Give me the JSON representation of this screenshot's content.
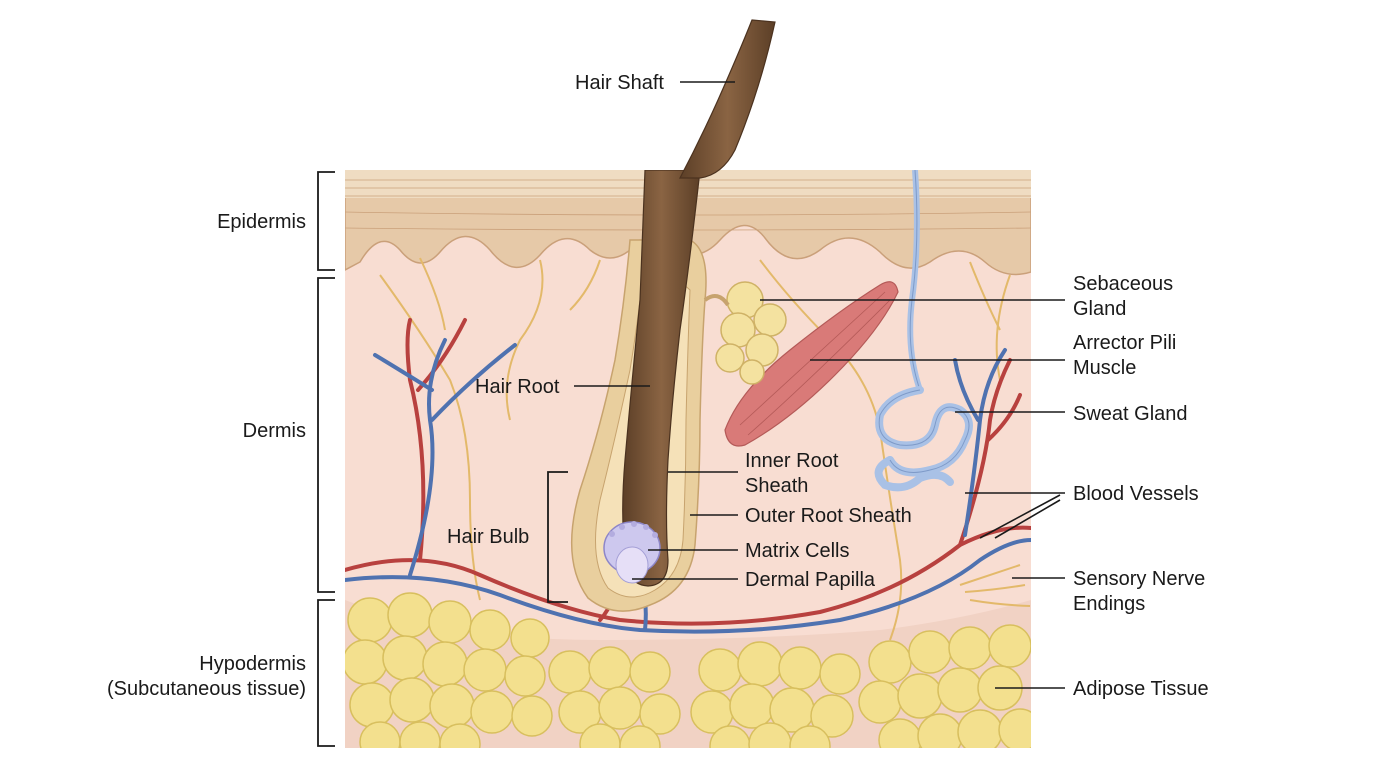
{
  "layers": {
    "epidermis": "Epidermis",
    "dermis": "Dermis",
    "hypodermis_line1": "Hypodermis",
    "hypodermis_line2": "(Subcutaneous tissue)"
  },
  "labels": {
    "hair_shaft": "Hair Shaft",
    "hair_root": "Hair Root",
    "hair_bulb": "Hair Bulb",
    "inner_root_sheath_line1": "Inner Root",
    "inner_root_sheath_line2": "Sheath",
    "outer_root_sheath": "Outer Root Sheath",
    "matrix_cells": "Matrix Cells",
    "dermal_papilla": "Dermal Papilla",
    "sebaceous_gland_line1": "Sebaceous",
    "sebaceous_gland_line2": "Gland",
    "arrector_pili_line1": "Arrector Pili",
    "arrector_pili_line2": "Muscle",
    "sweat_gland": "Sweat Gland",
    "blood_vessels": "Blood Vessels",
    "sensory_nerve_line1": "Sensory Nerve",
    "sensory_nerve_line2": "Endings",
    "adipose_tissue": "Adipose Tissue"
  },
  "colors": {
    "epidermis": "#e6c9a8",
    "dermis": "#f8ddd2",
    "adipose": "#f3e08e",
    "hair": "#7a5638",
    "artery": "#b8413f",
    "vein": "#4f72b0",
    "nerve": "#e3b96a",
    "muscle": "#d97a78",
    "sweat_gland": "#a9c1e6",
    "sebaceous": "#f4e2a0"
  }
}
